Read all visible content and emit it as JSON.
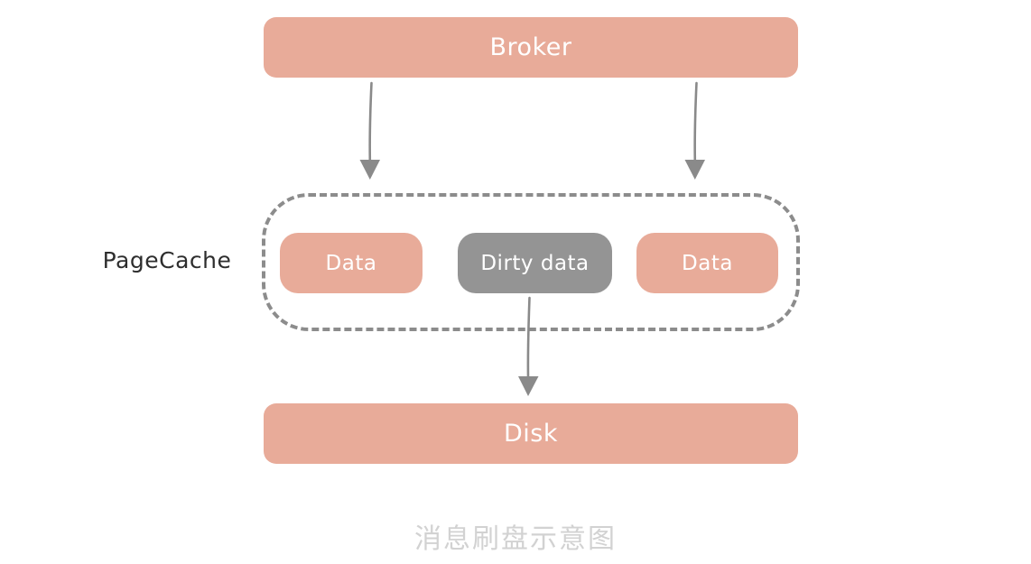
{
  "diagram": {
    "caption": "消息刷盘示意图",
    "colors": {
      "salmon": "#e8ab99",
      "gray": "#949494",
      "dashed_border": "#8c8c8c",
      "arrow": "#8a8a8a",
      "node_text": "#ffffff",
      "label_text": "#2e2e2e",
      "caption_text": "#d2d2d2",
      "background": "#ffffff"
    },
    "nodes": {
      "broker": {
        "label": "Broker"
      },
      "disk": {
        "label": "Disk"
      },
      "pagecache": {
        "label": "PageCache"
      },
      "cache_blocks": [
        {
          "label": "Data",
          "kind": "clean"
        },
        {
          "label": "Dirty data",
          "kind": "dirty"
        },
        {
          "label": "Data",
          "kind": "clean"
        }
      ]
    },
    "arrows": [
      {
        "name": "broker-to-pagecache-left",
        "from": "broker",
        "to": "pagecache"
      },
      {
        "name": "broker-to-pagecache-right",
        "from": "broker",
        "to": "pagecache"
      },
      {
        "name": "dirty-data-to-disk",
        "from": "dirty-data",
        "to": "disk"
      }
    ]
  }
}
